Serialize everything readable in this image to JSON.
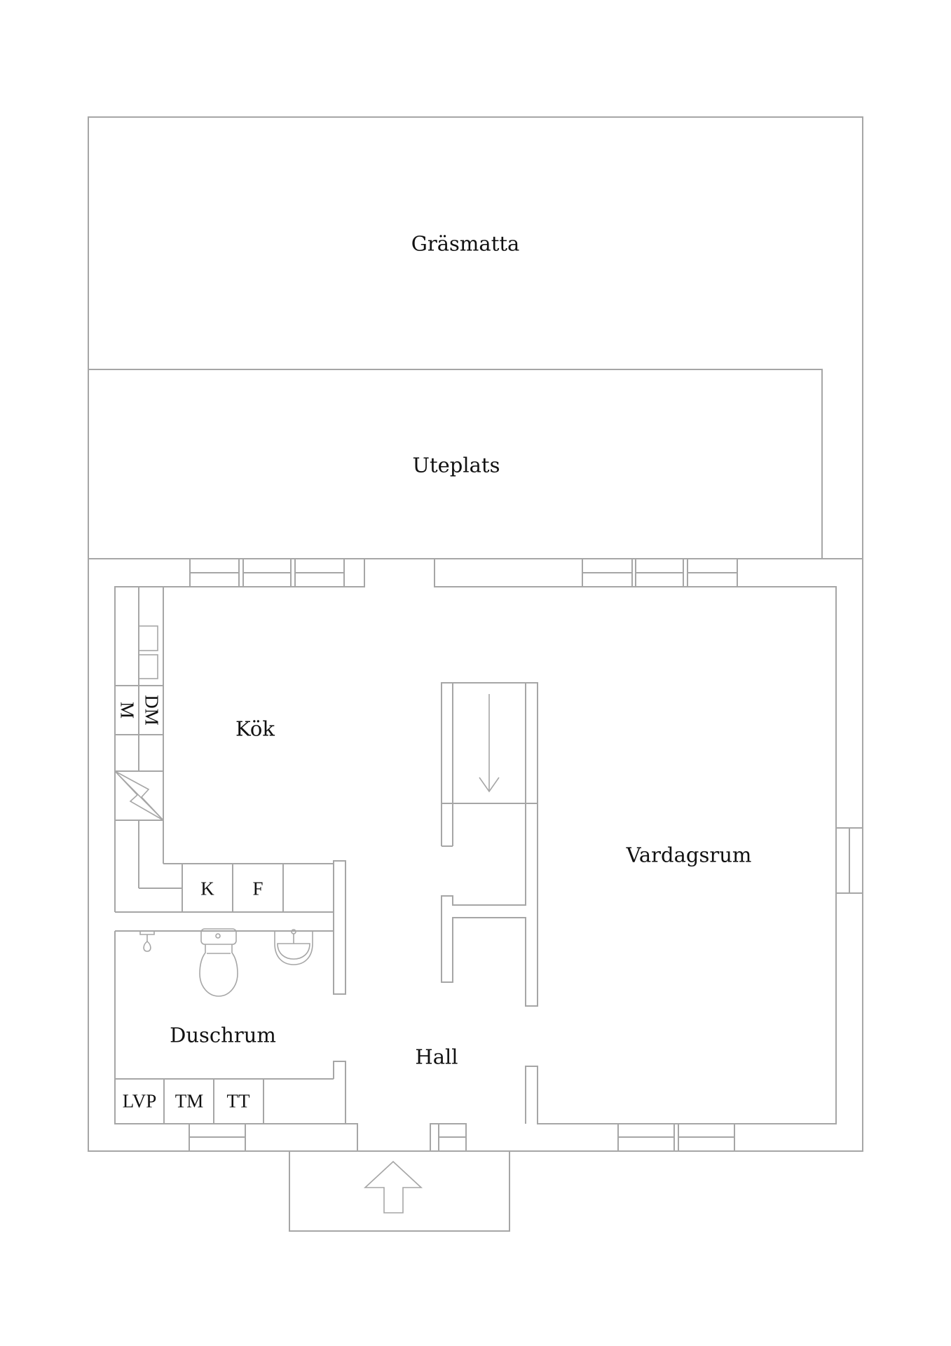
{
  "floorplan": {
    "rooms": {
      "lawn": "Gräsmatta",
      "patio": "Uteplats",
      "kitchen": "Kök",
      "living_room": "Vardagsrum",
      "shower_room": "Duschrum",
      "hall": "Hall"
    },
    "appliances": {
      "microwave": "M",
      "dishwasher": "DM",
      "fridge": "K",
      "freezer": "F",
      "water_heater": "LVP",
      "washing_machine": "TM",
      "tumble_dryer": "TT"
    },
    "icons": {
      "stair_direction": "arrow-down",
      "entrance": "arrow-up",
      "stove": "lightning-bolt"
    },
    "colors": {
      "line": "#a6a6a6",
      "text": "#111111",
      "background": "#ffffff"
    }
  }
}
